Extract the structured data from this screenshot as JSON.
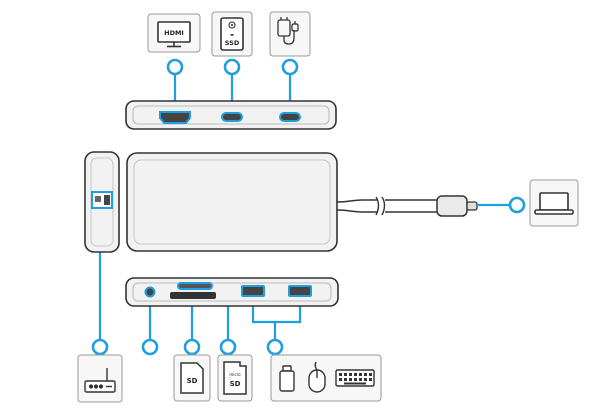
{
  "colors": {
    "connector": "#1f9fe0",
    "outline": "#333333",
    "device_fill": "#f2f2f2",
    "panel_fill": "#f7f7f7"
  },
  "icons": {
    "hdmi": {
      "name": "monitor-icon",
      "label": "HDMI"
    },
    "ssd": {
      "name": "ssd-drive-icon",
      "label": "SSD"
    },
    "usbc_power": {
      "name": "usb-c-power-adapter-icon"
    },
    "laptop": {
      "name": "laptop-icon"
    },
    "router": {
      "name": "router-icon"
    },
    "sd": {
      "name": "sd-card-icon",
      "label": "SD"
    },
    "microsd": {
      "name": "microsd-card-icon",
      "label_top": "micro",
      "label_bottom": "SD"
    },
    "usb_drive": {
      "name": "usb-flash-drive-icon"
    },
    "mouse": {
      "name": "mouse-icon"
    },
    "keyboard": {
      "name": "keyboard-icon"
    }
  }
}
